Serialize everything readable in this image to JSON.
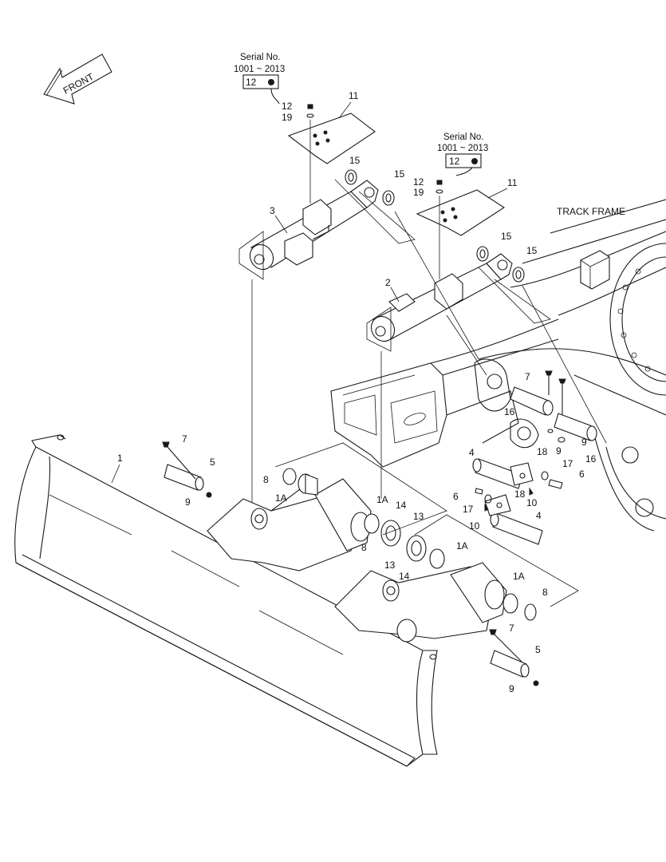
{
  "serial_blocks": [
    {
      "title": "Serial No.",
      "range": "1001 ~ 2013",
      "part": "12"
    },
    {
      "title": "Serial No.",
      "range": "1001 ~ 2013",
      "part": "12"
    }
  ],
  "front_label": "FRONT",
  "track_frame_label": "TRACK FRAME",
  "callouts": {
    "c1": "1",
    "c1a_1": "1A",
    "c1a_2": "1A",
    "c1a_3": "1A",
    "c1a_4": "1A",
    "c2": "2",
    "c3": "3",
    "c4_1": "4",
    "c4_2": "4",
    "c5_1": "5",
    "c5_2": "5",
    "c6_1": "6",
    "c6_2": "6",
    "c7_1": "7",
    "c7_2": "7",
    "c7_3": "7",
    "c8_1": "8",
    "c8_2": "8",
    "c8_3": "8",
    "c9_1": "9",
    "c9_2": "9",
    "c9_3": "9",
    "c9_4": "9",
    "c10_1": "10",
    "c10_2": "10",
    "c11_1": "11",
    "c11_2": "11",
    "c12_1": "12",
    "c12_2": "12",
    "c13_1": "13",
    "c13_2": "13",
    "c14_1": "14",
    "c14_2": "14",
    "c15_1": "15",
    "c15_2": "15",
    "c15_3": "15",
    "c15_4": "15",
    "c16_1": "16",
    "c16_2": "16",
    "c17_1": "17",
    "c17_2": "17",
    "c18_1": "18",
    "c18_2": "18",
    "c19_1": "19",
    "c19_2": "19"
  }
}
